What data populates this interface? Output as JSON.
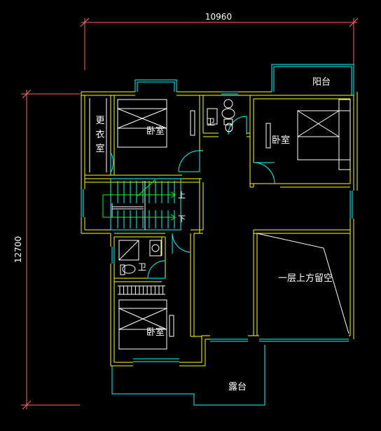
{
  "dimensions": {
    "width": "10960",
    "height": "12700"
  },
  "rooms": {
    "dressing_room": [
      "更",
      "衣",
      "室"
    ],
    "bedroom_north": "卧室",
    "bathroom_north": "卫",
    "bedroom_east": "卧室",
    "balcony": "阳台",
    "stairs_up": "上",
    "stairs_down": "下",
    "bathroom_south": "卫",
    "double_height_void": "一层上方留空",
    "bedroom_south": "卧室",
    "terrace": "露台"
  },
  "colors": {
    "background": "#000000",
    "wall": "#ffff00",
    "window": "#00ffff",
    "furniture": "#ffffff",
    "door": "#00ffff",
    "dimension_line": "#ff6666",
    "dimension_text": "#ffffff",
    "arrow": "#00ff00"
  }
}
